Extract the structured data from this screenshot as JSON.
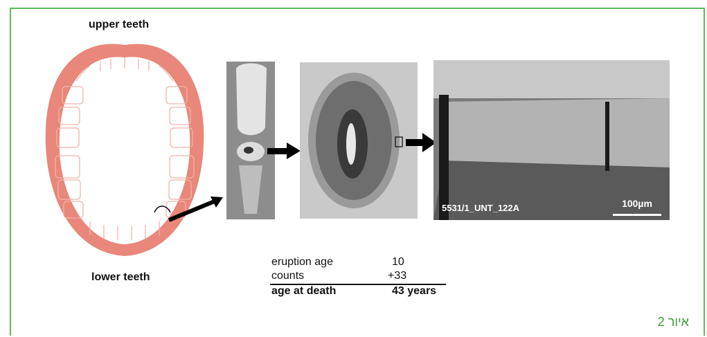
{
  "labels": {
    "upper": "upper teeth",
    "lower": "lower teeth"
  },
  "micrograph": {
    "sample_id": "5531/1_UNT_122A",
    "scale": "100µm"
  },
  "table": {
    "rows": [
      {
        "label": "eruption age",
        "value": "10"
      },
      {
        "label": "counts",
        "value": "+33"
      }
    ],
    "total": {
      "label": "age at death",
      "value": "43 years"
    }
  },
  "figure_label": "איור 2",
  "colors": {
    "frame": "#5cb85c",
    "gum": "#e8877a",
    "arrow": "#000000"
  }
}
